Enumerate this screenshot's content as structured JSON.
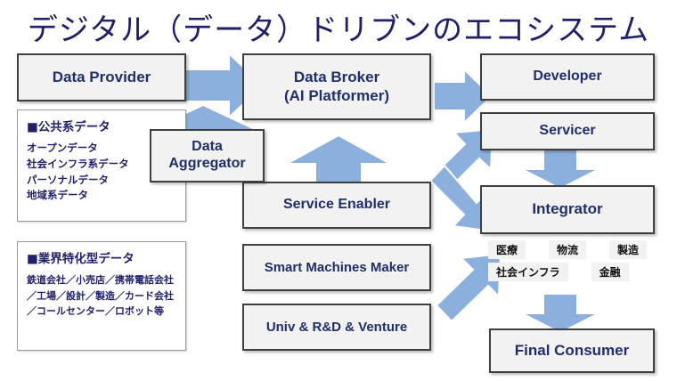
{
  "title": "デジタル（データ）ドリブンのエコシステム",
  "colors": {
    "title_text": "#1f1f6b",
    "box_fill": "#f2f2f2",
    "box_border": "#3f3f3f",
    "box_text": "#1f2f6b",
    "arrow_fill": "#8cb0dd",
    "tag_fill": "#f2f2f2"
  },
  "nodes": {
    "data_provider": "Data Provider",
    "data_aggregator_line1": "Data",
    "data_aggregator_line2": "Aggregator",
    "data_broker_line1": "Data Broker",
    "data_broker_line2": "(AI Platformer)",
    "service_enabler": "Service Enabler",
    "smart_machines_maker": "Smart Machines Maker",
    "univ_rd_venture": "Univ & R&D & Venture",
    "developer": "Developer",
    "servicer": "Servicer",
    "integrator": "Integrator",
    "final_consumer": "Final Consumer"
  },
  "panels": {
    "public_data": {
      "heading": "■公共系データ",
      "items": [
        "オープンデータ",
        "社会インフラ系データ",
        "パーソナルデータ",
        "地域系データ"
      ]
    },
    "industry_data": {
      "heading": "■業界特化型データ",
      "body": "鉄道会社／小売店／携帯電話会社／工場／設計／製造／カード会社／コールセンター／ロボット等"
    }
  },
  "industry_tags": {
    "row1": [
      "医療",
      "物流",
      "製造"
    ],
    "row2": [
      "社会インフラ",
      "金融"
    ]
  },
  "arrows": [
    {
      "name": "provider-to-broker",
      "direction": "right"
    },
    {
      "name": "aggregator-to-broker",
      "direction": "up"
    },
    {
      "name": "service-enabler-to-broker",
      "direction": "up"
    },
    {
      "name": "broker-to-developer",
      "direction": "right"
    },
    {
      "name": "service-enabler-to-servicer",
      "direction": "up-right"
    },
    {
      "name": "service-enabler-to-integrator",
      "direction": "down-right"
    },
    {
      "name": "servicer-to-integrator",
      "direction": "down"
    },
    {
      "name": "makers-to-industry-tags",
      "direction": "up-right"
    },
    {
      "name": "industry-tags-to-final-consumer",
      "direction": "down"
    }
  ]
}
